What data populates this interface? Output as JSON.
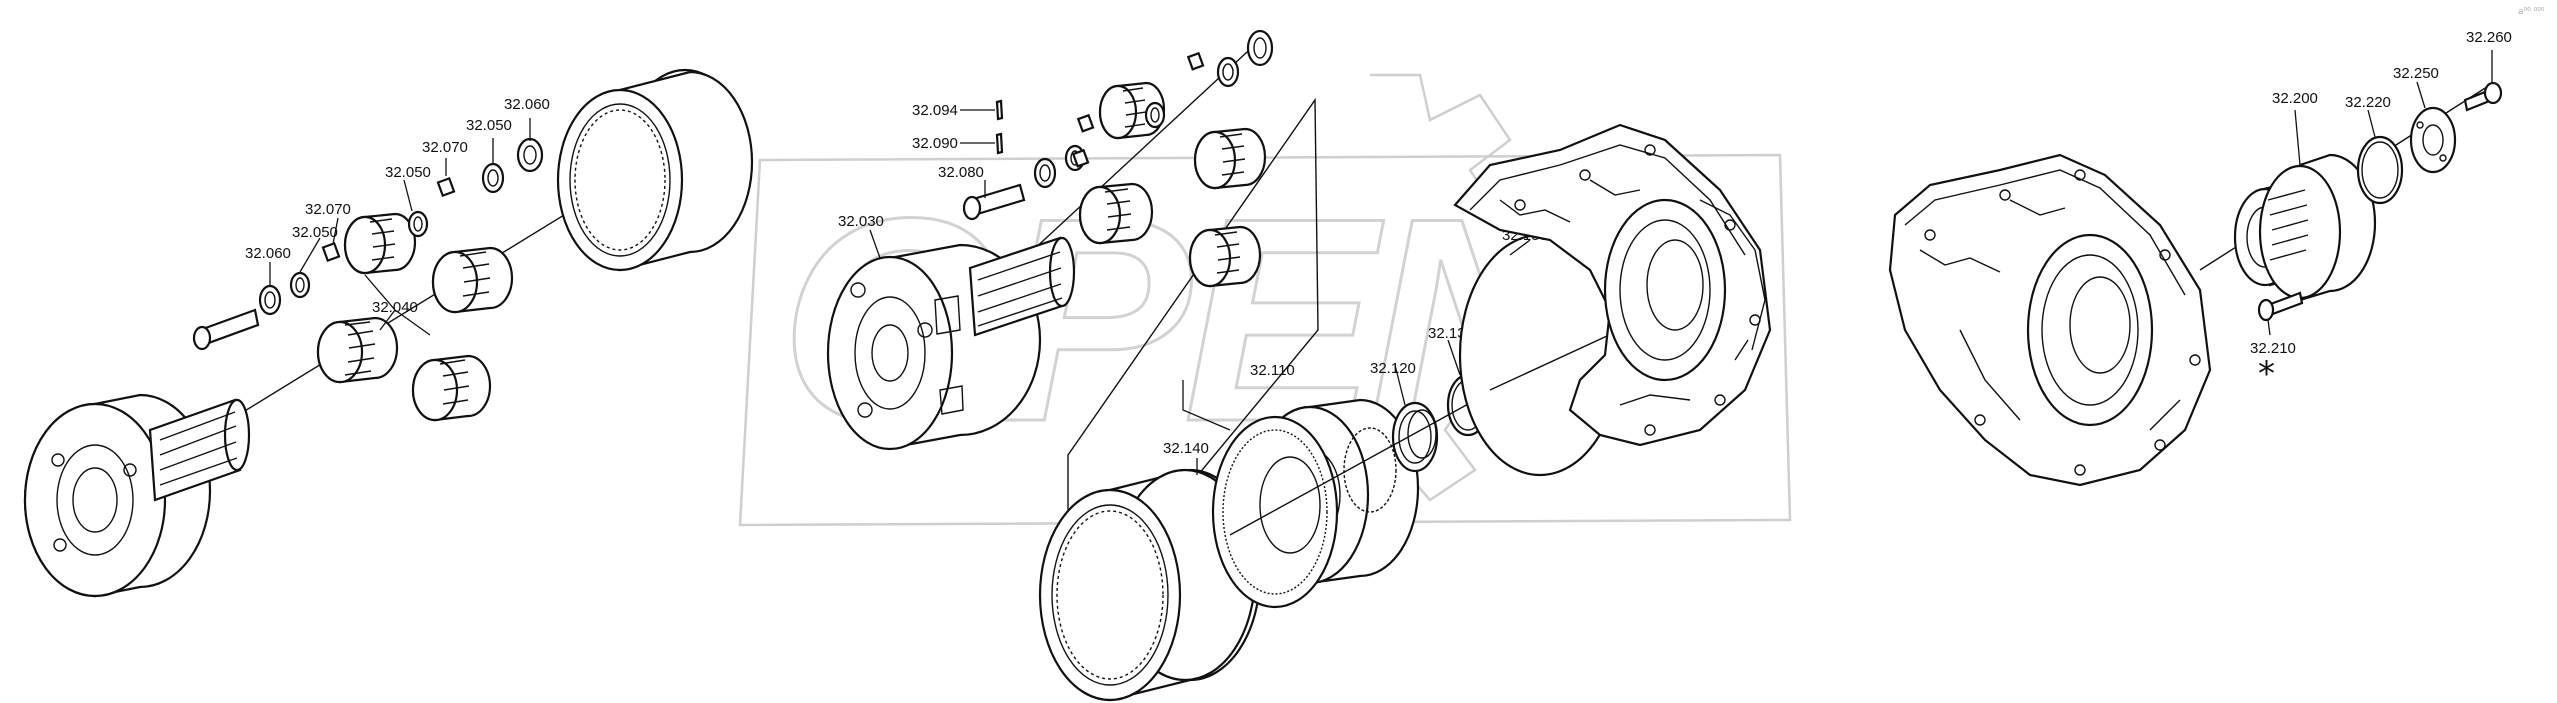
{
  "diagram": {
    "corner_mark": "a⁰⁰ ⁰⁰⁰",
    "watermark": "OPEN",
    "asterisk": "*",
    "callouts": [
      {
        "id": "32.060a",
        "text": "32.060"
      },
      {
        "id": "32.050a",
        "text": "32.050"
      },
      {
        "id": "32.070a",
        "text": "32.070"
      },
      {
        "id": "32.050b",
        "text": "32.050"
      },
      {
        "id": "32.070b",
        "text": "32.070"
      },
      {
        "id": "32.050c",
        "text": "32.050"
      },
      {
        "id": "32.060b",
        "text": "32.060"
      },
      {
        "id": "32.040",
        "text": "32.040"
      },
      {
        "id": "32.094",
        "text": "32.094"
      },
      {
        "id": "32.090",
        "text": "32.090"
      },
      {
        "id": "32.080",
        "text": "32.080"
      },
      {
        "id": "32.030",
        "text": "32.030"
      },
      {
        "id": "32.150",
        "text": "32.150"
      },
      {
        "id": "32.130",
        "text": "32.130"
      },
      {
        "id": "32.120",
        "text": "32.120"
      },
      {
        "id": "32.110",
        "text": "32.110"
      },
      {
        "id": "32.140",
        "text": "32.140"
      },
      {
        "id": "32.200",
        "text": "32.200"
      },
      {
        "id": "32.220",
        "text": "32.220"
      },
      {
        "id": "32.250",
        "text": "32.250"
      },
      {
        "id": "32.260",
        "text": "32.260"
      },
      {
        "id": "32.210",
        "text": "32.210"
      }
    ]
  }
}
